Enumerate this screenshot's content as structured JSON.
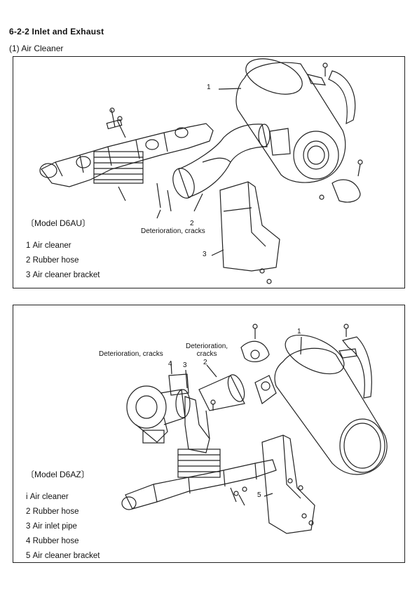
{
  "section": {
    "heading": "6-2-2 Inlet and Exhaust",
    "subheading": "(1) Air Cleaner"
  },
  "figure1": {
    "model": "〔Model D6AU〕",
    "note": "Deterioration, cracks",
    "callouts": [
      "1",
      "2",
      "3"
    ],
    "legend": [
      {
        "num": "1",
        "text": "Air cleaner"
      },
      {
        "num": "2",
        "text": "Rubber hose"
      },
      {
        "num": "3",
        "text": "Air cleaner bracket"
      }
    ]
  },
  "figure2": {
    "model": "〔Model D6AZ〕",
    "note_left": "Deterioration, cracks",
    "note_right_line1": "Deterioration,",
    "note_right_line2": "cracks",
    "callouts": [
      "1",
      "2",
      "3",
      "4",
      "5"
    ],
    "legend": [
      {
        "num": "i",
        "text": "Air cleaner"
      },
      {
        "num": "2",
        "text": "Rubber hose"
      },
      {
        "num": "3",
        "text": "Air inlet pipe"
      },
      {
        "num": "4",
        "text": "Rubber hose"
      },
      {
        "num": "5",
        "text": "Air cleaner bracket"
      }
    ]
  }
}
